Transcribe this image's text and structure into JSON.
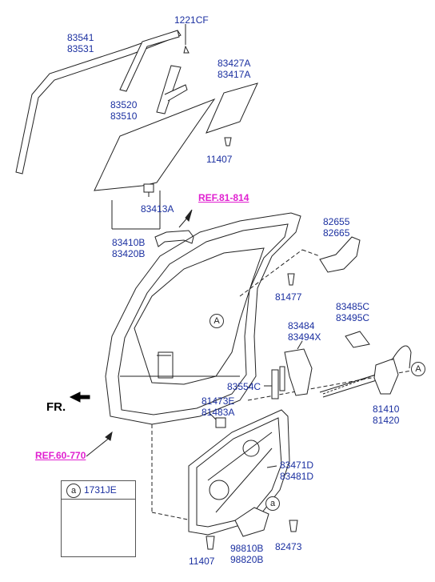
{
  "labels": {
    "p1221CF": "1221CF",
    "p83541": "83541",
    "p83531": "83531",
    "p83427A": "83427A",
    "p83417A": "83417A",
    "p83520": "83520",
    "p83510": "83510",
    "p11407_top": "11407",
    "p83413A": "83413A",
    "p83410B": "83410B",
    "p83420B": "83420B",
    "p82655": "82655",
    "p82665": "82665",
    "p81477": "81477",
    "p83485C": "83485C",
    "p83495C": "83495C",
    "p83484": "83484",
    "p83494X": "83494X",
    "p83554C": "83554C",
    "p81410": "81410",
    "p81420": "81420",
    "p81473E": "81473E",
    "p81483A": "81483A",
    "p83471D": "83471D",
    "p83481D": "83481D",
    "p82473": "82473",
    "p98810B": "98810B",
    "p98820B": "98820B",
    "p11407_bottom": "11407",
    "p1731JE": "1731JE"
  },
  "references": {
    "ref81_814": "REF.81-814",
    "ref60_770": "REF.60-770"
  },
  "direction": "FR.",
  "callouts": {
    "A": "A",
    "a": "a"
  },
  "colors": {
    "label": "#1a2fa0",
    "reference": "#e020d0",
    "line": "#222222"
  }
}
